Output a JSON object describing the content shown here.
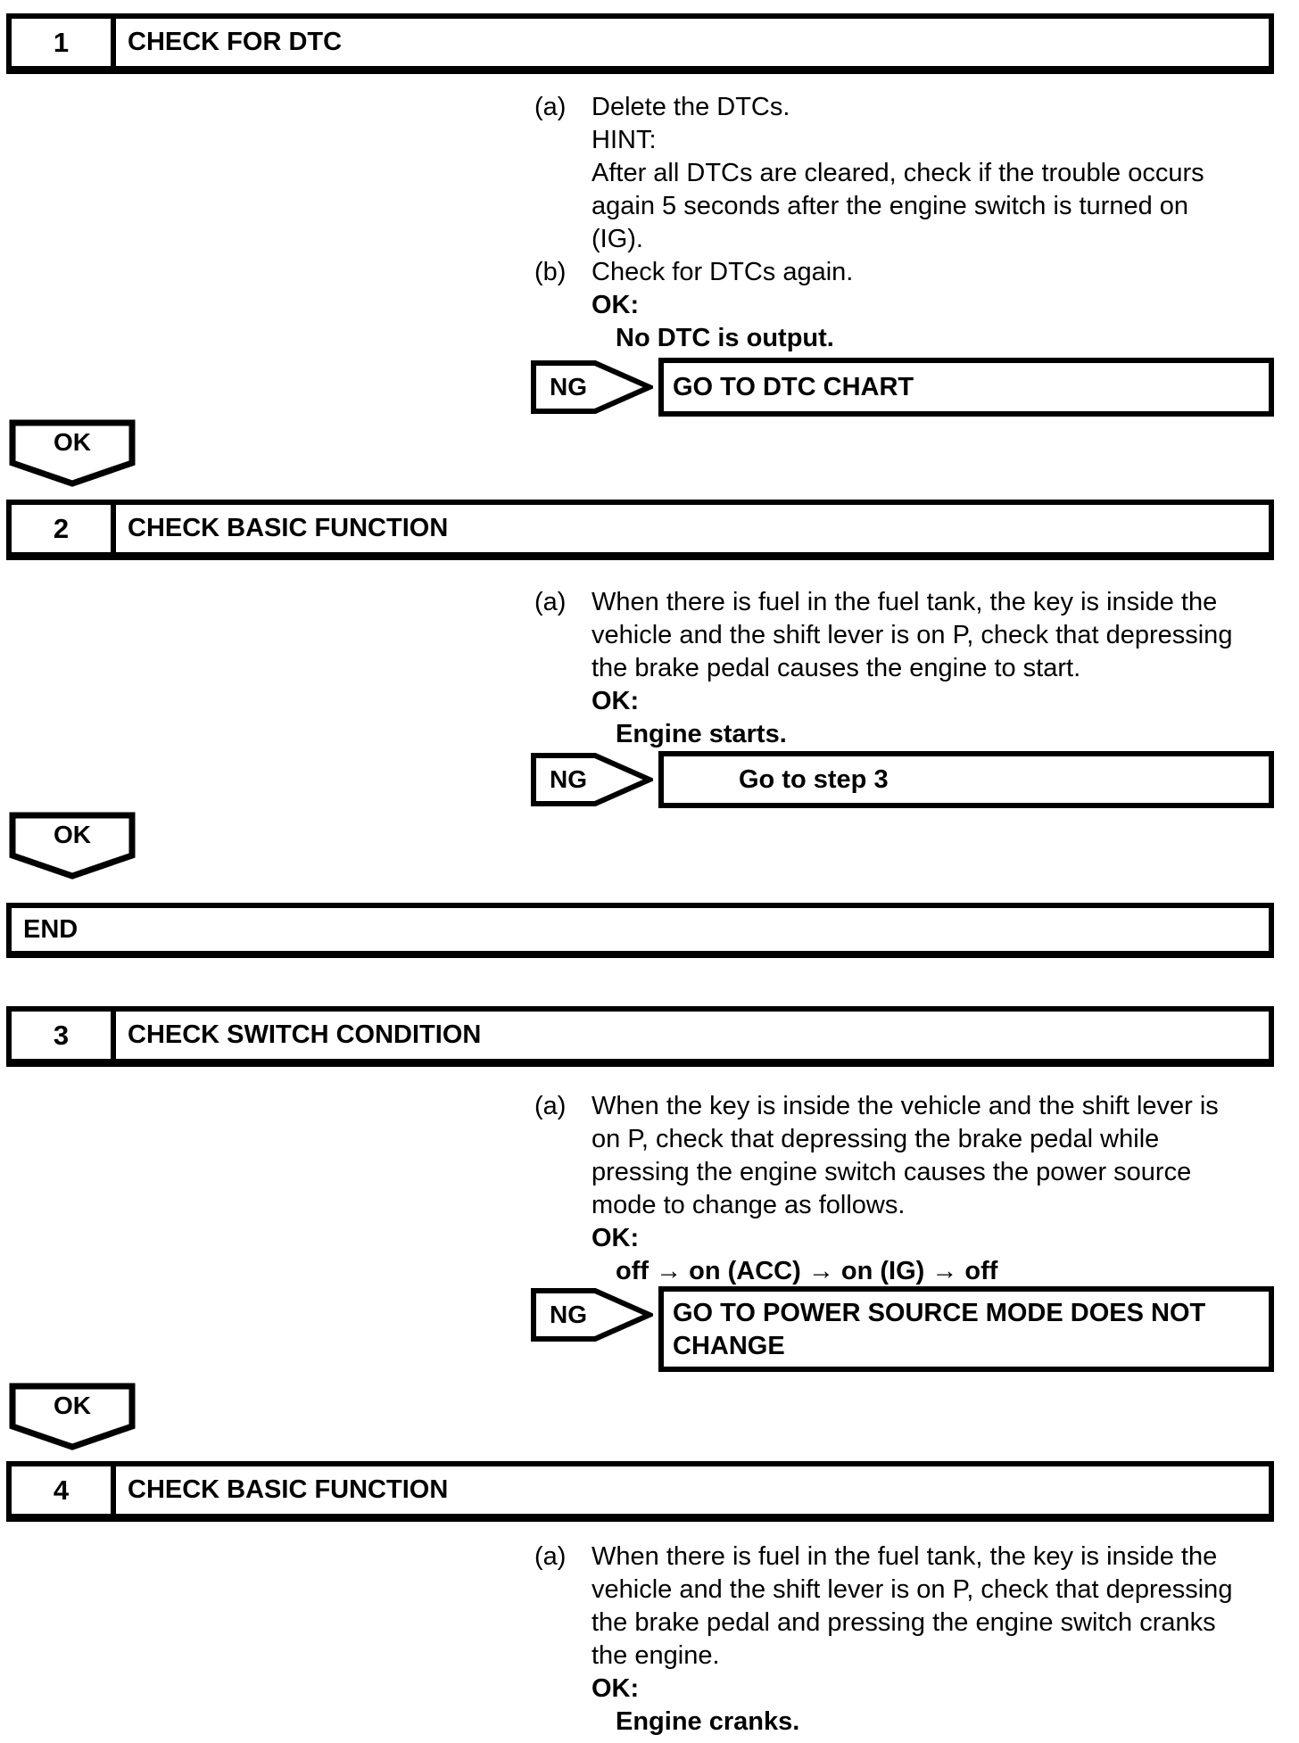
{
  "doc": {
    "colors": {
      "ink": "#000000",
      "paper": "#ffffff"
    },
    "labels": {
      "ng": "NG",
      "ok": "OK",
      "end": "END"
    },
    "steps": [
      {
        "number": "1",
        "title": "CHECK FOR DTC",
        "lines": [
          {
            "marker": "(a)",
            "text": "Delete the DTCs."
          },
          {
            "text": "HINT:"
          },
          {
            "text": "After all DTCs are cleared, check if the trouble occurs"
          },
          {
            "text": "again 5 seconds after the engine switch is turned on"
          },
          {
            "text": "(IG)."
          },
          {
            "marker": "(b)",
            "text": "Check for DTCs again."
          },
          {
            "text": "OK:"
          },
          {
            "text": "No DTC is output."
          }
        ],
        "ng_action": "GO TO DTC CHART"
      },
      {
        "number": "2",
        "title": "CHECK BASIC FUNCTION",
        "lines": [
          {
            "marker": "(a)",
            "text": "When there is fuel in the fuel tank, the key is inside the"
          },
          {
            "text": "vehicle and the shift lever is on P, check that depressing"
          },
          {
            "text": "the brake pedal causes the engine to start."
          },
          {
            "text": "OK:"
          },
          {
            "text": "Engine starts."
          }
        ],
        "ng_action": "Go to step 3"
      },
      {
        "number": "3",
        "title": "CHECK SWITCH CONDITION",
        "lines": [
          {
            "marker": "(a)",
            "text": "When the key is inside the vehicle and the shift lever is"
          },
          {
            "text": "on P, check that depressing the brake pedal while"
          },
          {
            "text": "pressing the engine switch causes the power source"
          },
          {
            "text": "mode to change as follows."
          },
          {
            "text": "OK:"
          },
          {
            "text": "off → on (ACC) → on (IG) → off"
          }
        ],
        "ng_action": "GO TO POWER SOURCE MODE DOES NOT CHANGE"
      },
      {
        "number": "4",
        "title": "CHECK BASIC FUNCTION",
        "lines": [
          {
            "marker": "(a)",
            "text": "When there is fuel in the fuel tank, the key is inside the"
          },
          {
            "text": "vehicle and the shift lever is on P, check that depressing"
          },
          {
            "text": "the brake pedal and pressing the engine switch cranks"
          },
          {
            "text": "the engine."
          },
          {
            "text": "OK:"
          },
          {
            "text": "Engine cranks."
          }
        ]
      }
    ]
  }
}
